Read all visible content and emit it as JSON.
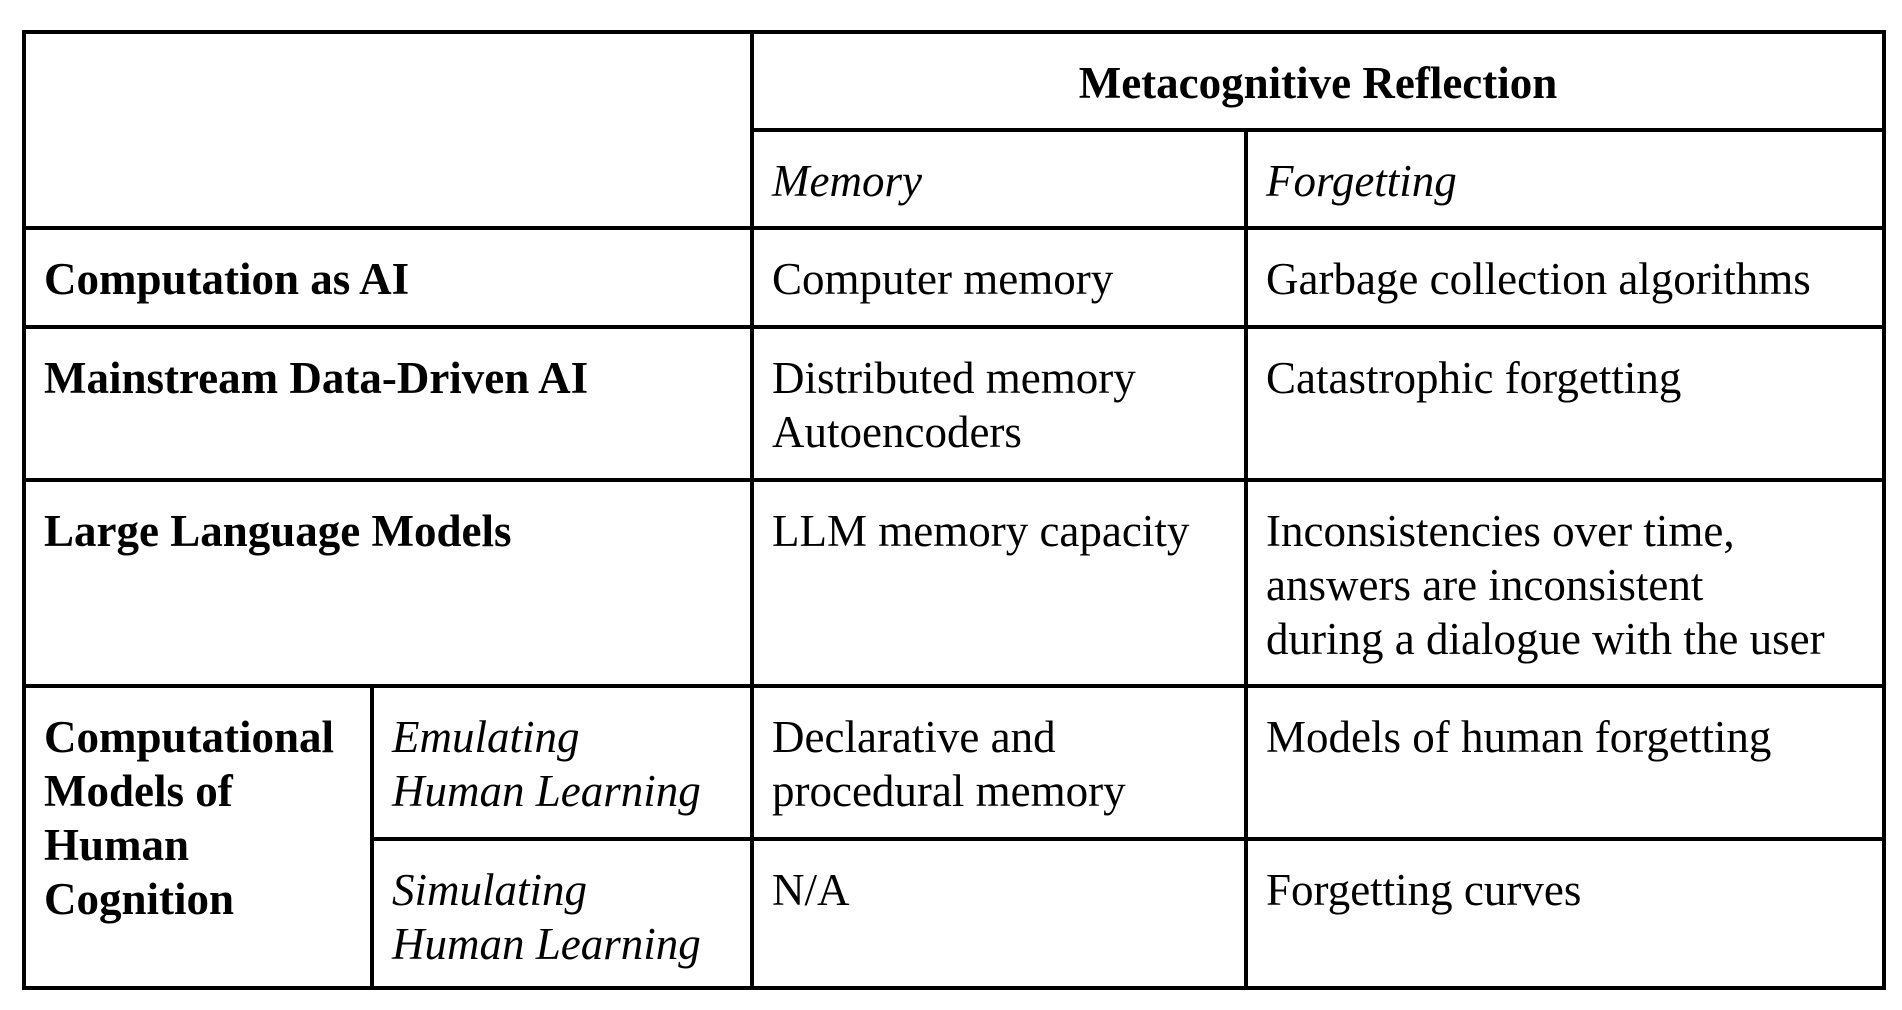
{
  "table": {
    "header": {
      "group_label": "Metacognitive Reflection",
      "col_memory": "Memory",
      "col_forgetting": "Forgetting"
    },
    "rows": [
      {
        "label": "Computation as AI",
        "memory": [
          "Computer memory"
        ],
        "forgetting": [
          "Garbage collection algorithms"
        ]
      },
      {
        "label": "Mainstream Data-Driven AI",
        "memory": [
          "Distributed memory",
          "Autoencoders"
        ],
        "forgetting": [
          "Catastrophic forgetting"
        ]
      },
      {
        "label": "Large Language Models",
        "memory": [
          "LLM memory capacity"
        ],
        "forgetting": [
          "Inconsistencies over time,",
          "answers are inconsistent",
          "during a dialogue with the user"
        ]
      }
    ],
    "cognition": {
      "label": [
        "Computational",
        "Models of",
        "Human",
        "Cognition"
      ],
      "sub_rows": [
        {
          "label": [
            "Emulating",
            "Human Learning"
          ],
          "memory": [
            "Declarative and",
            "procedural memory"
          ],
          "forgetting": [
            "Models of human forgetting"
          ]
        },
        {
          "label": [
            "Simulating",
            "Human Learning"
          ],
          "memory": [
            "N/A"
          ],
          "forgetting": [
            "Forgetting curves"
          ]
        }
      ]
    }
  }
}
